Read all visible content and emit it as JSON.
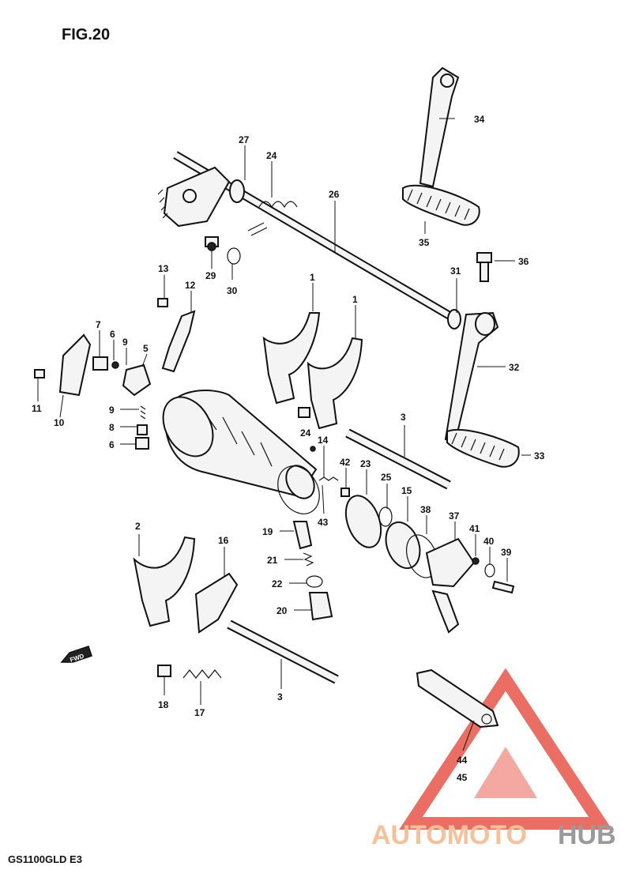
{
  "figure_title": "FIG.20",
  "model_code": "GS1100GLD  E3",
  "fwd_marker": "FWD",
  "watermark": {
    "text_a": "AUTOMOTO",
    "text_b": "HUB",
    "color_a": "#f5c09a",
    "color_b": "#9a9a9a",
    "logo_color": "#e8554a"
  },
  "callouts": {
    "c34": "34",
    "c35": "35",
    "c27": "27",
    "c24a": "24",
    "c26": "26",
    "c29": "29",
    "c30": "30",
    "c36": "36",
    "c13": "13",
    "c12": "12",
    "c31": "31",
    "c1a": "1",
    "c1b": "1",
    "c32": "32",
    "c7": "7",
    "c6a": "6",
    "c9a": "9",
    "c5": "5",
    "c11": "11",
    "c10": "10",
    "c9b": "9",
    "c8": "8",
    "c6b": "6",
    "c3a": "3",
    "c33": "33",
    "c24b": "24",
    "c14": "14",
    "c42": "42",
    "c23": "23",
    "c25": "25",
    "c15": "15",
    "c38": "38",
    "c37": "37",
    "c41": "41",
    "c40": "40",
    "c39": "39",
    "c43": "43",
    "c19": "19",
    "c21": "21",
    "c22": "22",
    "c20": "20",
    "c2": "2",
    "c16": "16",
    "c3b": "3",
    "c18": "18",
    "c17": "17",
    "c44": "44",
    "c45": "45"
  }
}
